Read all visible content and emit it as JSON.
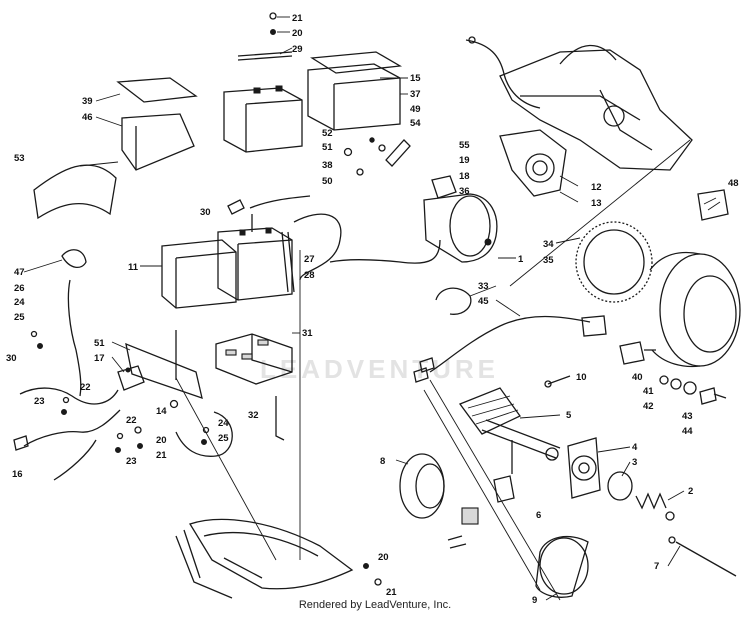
{
  "footer": "Rendered by LeadVenture, Inc.",
  "watermark": "LEADVENTURE",
  "callouts": [
    {
      "text": "21"
    },
    {
      "text": "20"
    },
    {
      "text": "29"
    },
    {
      "text": "15"
    },
    {
      "text": "37"
    },
    {
      "text": "49"
    },
    {
      "text": "54"
    },
    {
      "text": "39"
    },
    {
      "text": "46"
    },
    {
      "text": "52"
    },
    {
      "text": "51"
    },
    {
      "text": "38"
    },
    {
      "text": "50"
    },
    {
      "text": "55"
    },
    {
      "text": "19"
    },
    {
      "text": "18"
    },
    {
      "text": "36"
    },
    {
      "text": "53"
    },
    {
      "text": "12"
    },
    {
      "text": "13"
    },
    {
      "text": "48"
    },
    {
      "text": "30"
    },
    {
      "text": "34"
    },
    {
      "text": "35"
    },
    {
      "text": "11"
    },
    {
      "text": "27"
    },
    {
      "text": "28"
    },
    {
      "text": "1"
    },
    {
      "text": "47"
    },
    {
      "text": "26"
    },
    {
      "text": "24"
    },
    {
      "text": "25"
    },
    {
      "text": "33"
    },
    {
      "text": "45"
    },
    {
      "text": "31"
    },
    {
      "text": "51"
    },
    {
      "text": "17"
    },
    {
      "text": "30"
    },
    {
      "text": "22"
    },
    {
      "text": "23"
    },
    {
      "text": "40"
    },
    {
      "text": "41"
    },
    {
      "text": "42"
    },
    {
      "text": "10"
    },
    {
      "text": "43"
    },
    {
      "text": "44"
    },
    {
      "text": "14"
    },
    {
      "text": "24"
    },
    {
      "text": "25"
    },
    {
      "text": "32"
    },
    {
      "text": "5"
    },
    {
      "text": "22"
    },
    {
      "text": "20"
    },
    {
      "text": "21"
    },
    {
      "text": "23"
    },
    {
      "text": "16"
    },
    {
      "text": "4"
    },
    {
      "text": "3"
    },
    {
      "text": "8"
    },
    {
      "text": "2"
    },
    {
      "text": "6"
    },
    {
      "text": "7"
    },
    {
      "text": "9"
    },
    {
      "text": "20"
    },
    {
      "text": "21"
    }
  ]
}
